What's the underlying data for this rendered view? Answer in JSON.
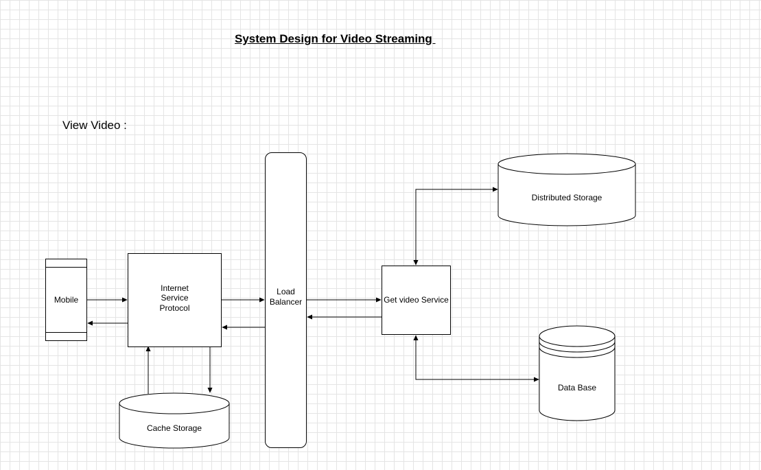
{
  "diagram": {
    "title": "System Design for Video Streaming ",
    "section_label": "View Video :",
    "nodes": {
      "mobile": "Mobile",
      "isp": "Internet\nService\nProtocol",
      "load_balancer": "Load\nBalancer",
      "get_video_service": "Get video Service",
      "distributed_storage": "Distributed Storage",
      "data_base": "Data Base",
      "cache_storage": "Cache Storage"
    },
    "colors": {
      "stroke": "#000000",
      "fill": "#ffffff",
      "grid": "#e4e4e4"
    }
  }
}
